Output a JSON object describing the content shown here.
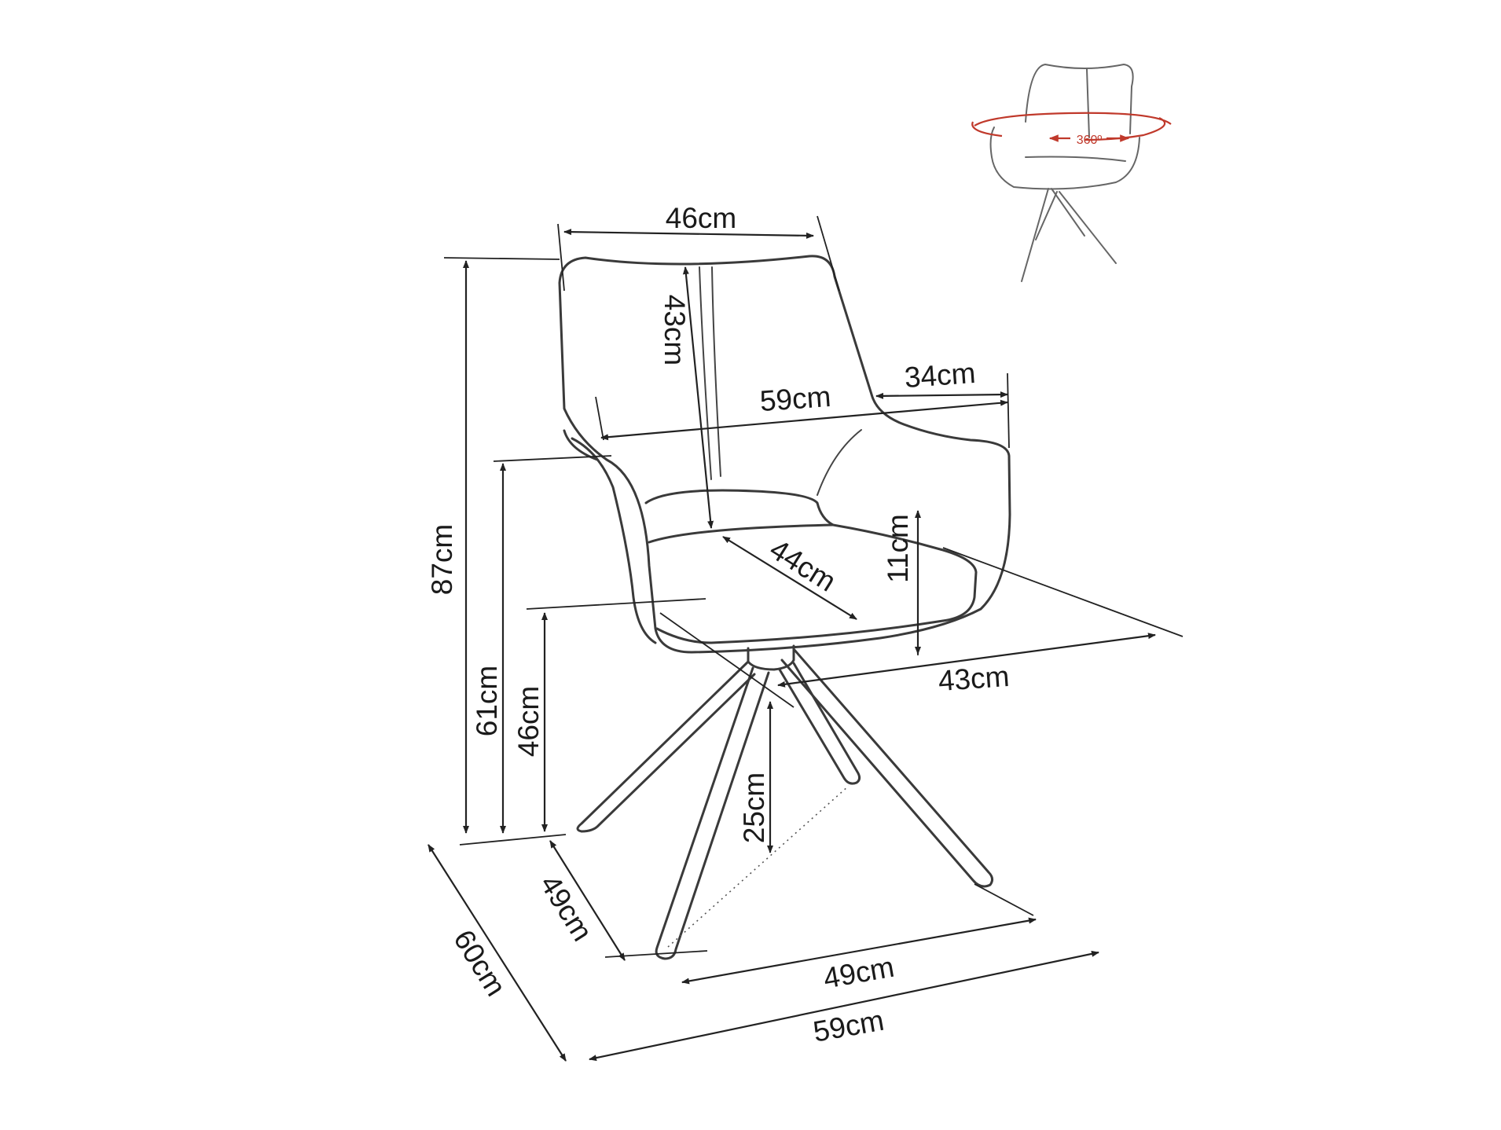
{
  "labels": {
    "height_total": "87cm",
    "height_armrest": "61cm",
    "height_seat": "46cm",
    "backrest_width": "46cm",
    "backrest_height": "43cm",
    "width_armrests": "59cm",
    "armrest_depth": "34cm",
    "seat_depth": "44cm",
    "seat_thickness": "11cm",
    "seat_width": "43cm",
    "leg_height": "25cm",
    "base_depth": "49cm",
    "base_width": "49cm",
    "total_depth": "60cm",
    "total_width": "59cm",
    "rotation": "360º"
  },
  "colors": {
    "line": "#3a3a3a",
    "rotation_arrow": "#c0392b"
  }
}
